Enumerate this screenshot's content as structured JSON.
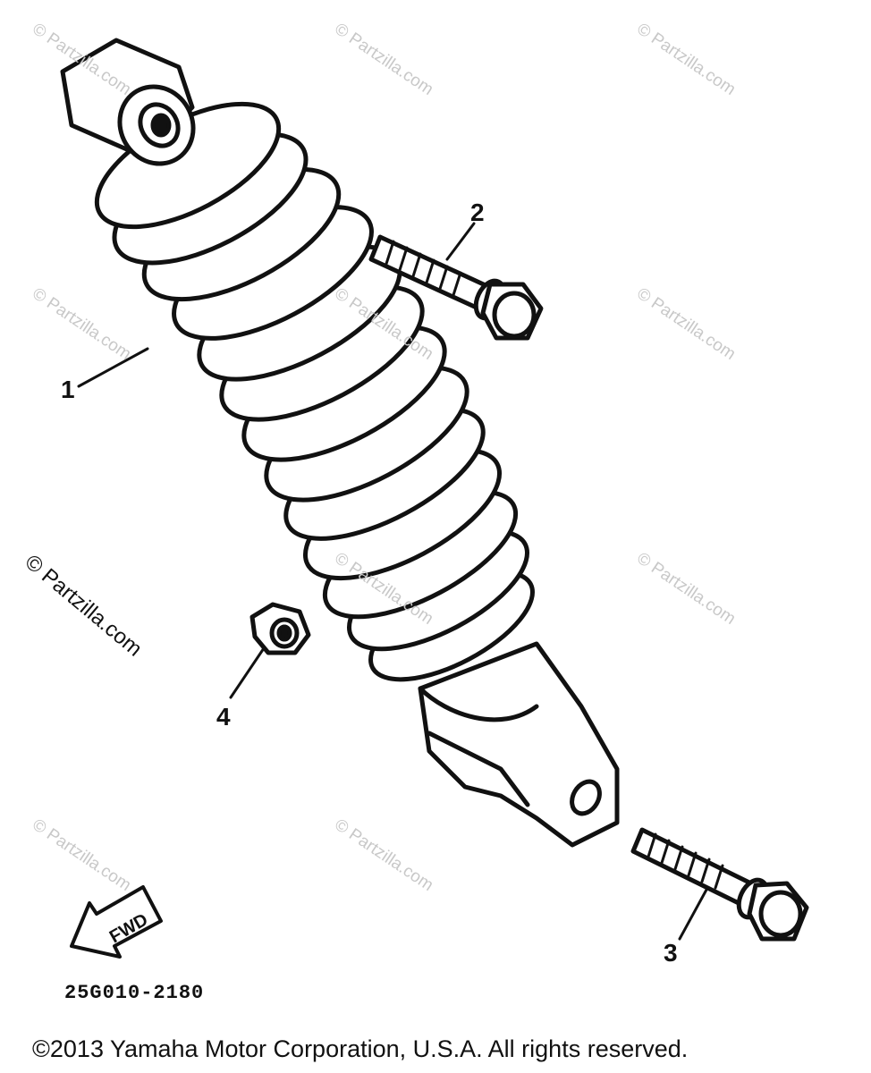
{
  "watermark": "© Partzilla.com",
  "callouts": {
    "shock_absorber": "1",
    "bolt_upper": "2",
    "bolt_lower": "3",
    "nut": "4"
  },
  "fwd_label": "FWD",
  "drawing_code": "25G010-2180",
  "copyright": "©2013 Yamaha Motor Corporation, U.S.A. All rights reserved."
}
